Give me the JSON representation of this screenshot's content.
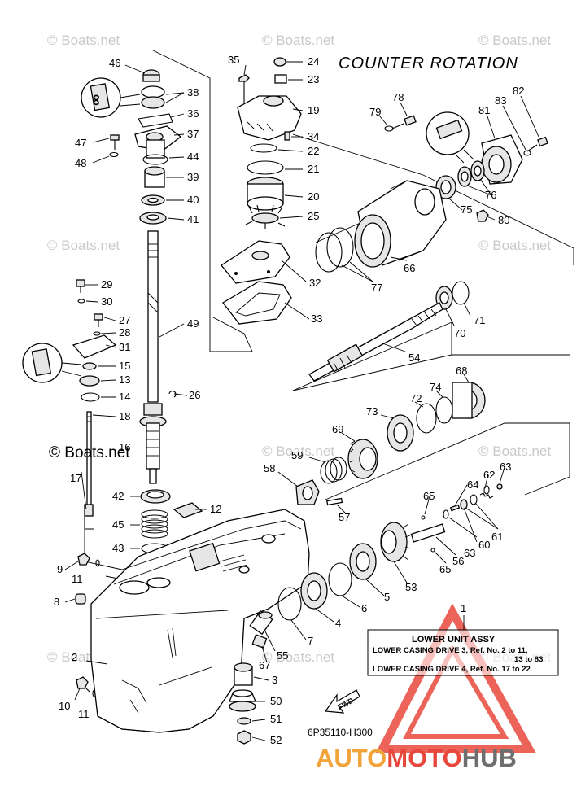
{
  "title": "COUNTER ROTATION",
  "watermark_text": "© Boats.net",
  "watermark_main": "© Boats.net",
  "part_code": "6P35110-H300",
  "fwd_label": "FWD",
  "brand": {
    "part1": "AUTO",
    "part2": "MOTO",
    "part3": "HUB",
    "color_orange": "#f2a33a",
    "color_red": "#e8483c",
    "color_gray": "#6e6e6e"
  },
  "legend": {
    "number": "1",
    "title": "LOWER UNIT ASSY",
    "line1": "LOWER CASING DRIVE 3, Ref. No. 2 to 11,",
    "line2": "13 to 83",
    "line3": "LOWER CASING DRIVE 4, Ref. No. 17 to 22"
  },
  "labels": {
    "n2": "2",
    "n3": "3",
    "n4": "4",
    "n5": "5",
    "n6": "6",
    "n7": "7",
    "n8": "8",
    "n9": "9",
    "n10": "10",
    "n11a": "11",
    "n11b": "11",
    "n12": "12",
    "n13": "13",
    "n14": "14",
    "n15": "15",
    "n16": "16",
    "n17": "17",
    "n18": "18",
    "n19": "19",
    "n20": "20",
    "n21": "21",
    "n22": "22",
    "n23": "23",
    "n24": "24",
    "n25": "25",
    "n26": "26",
    "n27": "27",
    "n28": "28",
    "n29": "29",
    "n30": "30",
    "n31": "31",
    "n32": "32",
    "n33": "33",
    "n34": "34",
    "n35": "35",
    "n36": "36",
    "n37": "37",
    "n38": "38",
    "n39": "39",
    "n40": "40",
    "n41": "41",
    "n42": "42",
    "n43": "43",
    "n44": "44",
    "n45": "45",
    "n46": "46",
    "n47": "47",
    "n48": "48",
    "n49": "49",
    "n50": "50",
    "n51": "51",
    "n52": "52",
    "n53": "53",
    "n54": "54",
    "n55": "55",
    "n56": "56",
    "n57": "57",
    "n58": "58",
    "n59": "59",
    "n60": "60",
    "n61": "61",
    "n62": "62",
    "n63a": "63",
    "n63b": "63",
    "n64": "64",
    "n65a": "65",
    "n65b": "65",
    "n66": "66",
    "n67": "67",
    "n68": "68",
    "n69": "69",
    "n70": "70",
    "n71": "71",
    "n72": "72",
    "n73": "73",
    "n74": "74",
    "n75": "75",
    "n76": "76",
    "n77": "77",
    "n78": "78",
    "n79": "79",
    "n80": "80",
    "n81": "81",
    "n82": "82",
    "n83": "83"
  }
}
